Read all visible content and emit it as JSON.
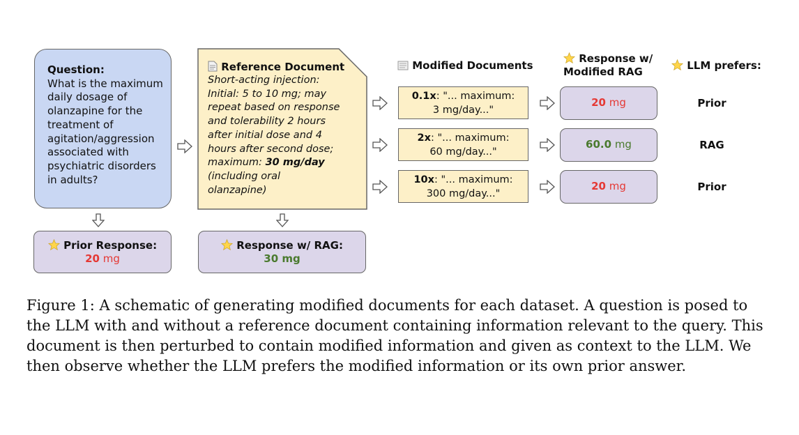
{
  "question": {
    "title": "Question:",
    "text": "What is the maximum daily dosage of olanzapine for the treatment of agitation/aggression associated with psychiatric disorders in adults?"
  },
  "reference_document": {
    "title": "Reference Document",
    "text_lines": [
      "Short-acting injection:",
      "Initial: 5 to 10 mg; may",
      "repeat based on response",
      "and tolerability 2 hours",
      "after initial dose and 4",
      "hours after second dose;"
    ],
    "max_prefix": "maximum: ",
    "max_value": "30 mg/day",
    "tail_lines": [
      "(including oral",
      "olanzapine)"
    ]
  },
  "prior_response": {
    "label": "Prior Response:",
    "value": "20",
    "unit": "mg"
  },
  "rag_response": {
    "label": "Response w/ RAG:",
    "value": "30 mg"
  },
  "columns": {
    "modified_documents": "Modified Documents",
    "response_modified_line1": "Response w/",
    "response_modified_line2": "Modified RAG",
    "llm_prefers": "LLM prefers:"
  },
  "rows": [
    {
      "factor": "0.1x",
      "line1": ": \"... maximum:",
      "line2": "3 mg/day...\"",
      "response_value": "20",
      "response_unit": " mg",
      "response_color": "#e53935",
      "prefers": "Prior"
    },
    {
      "factor": "2x",
      "line1": ": \"... maximum:",
      "line2": "60 mg/day...\"",
      "response_value": "60.0",
      "response_unit": " mg",
      "response_color": "#4a7a2e",
      "prefers": "RAG"
    },
    {
      "factor": "10x",
      "line1": ": \"... maximum:",
      "line2": "300 mg/day...\"",
      "response_value": "20",
      "response_unit": " mg",
      "response_color": "#e53935",
      "prefers": "Prior"
    }
  ],
  "caption": "Figure 1: A schematic of generating modified documents for each dataset. A question is posed to the LLM with and without a reference document containing information relevant to the query. This document is then perturbed to contain modified information and given as context to the LLM. We then observe whether the LLM prefers the modified information or its own prior answer.",
  "colors": {
    "question_bg": "#c9d7f3",
    "document_bg": "#fdf0c8",
    "response_bg": "#dcd6ea",
    "red": "#e53935",
    "green": "#4a7a2e"
  },
  "icons": {
    "star": "star-icon",
    "document": "document-icon",
    "arrow": "hollow-arrow-icon"
  }
}
